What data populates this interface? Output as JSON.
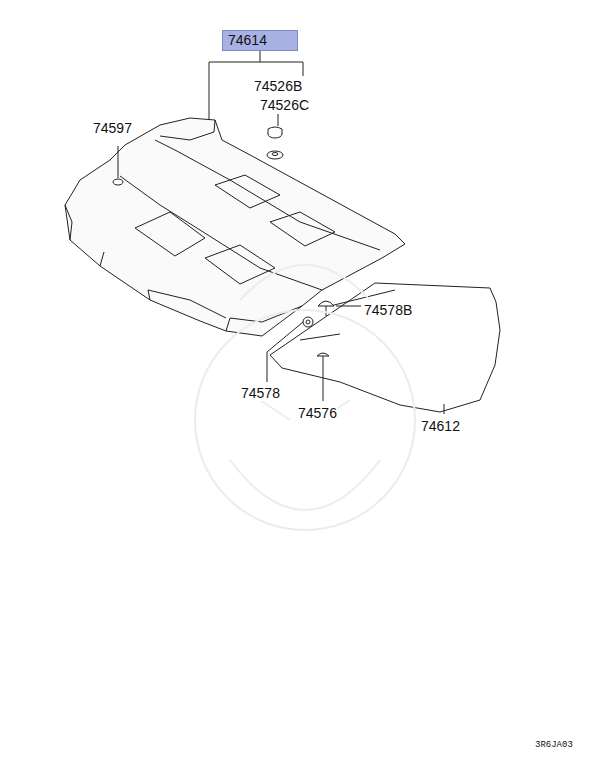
{
  "diagram": {
    "nodes": [
      {
        "text": [
          "74614"
        ]
      }
    ],
    "labels": [
      "74526B",
      "74526C",
      "74597",
      "74578B",
      "74578",
      "74576",
      "74612",
      "3R6JA03"
    ]
  }
}
